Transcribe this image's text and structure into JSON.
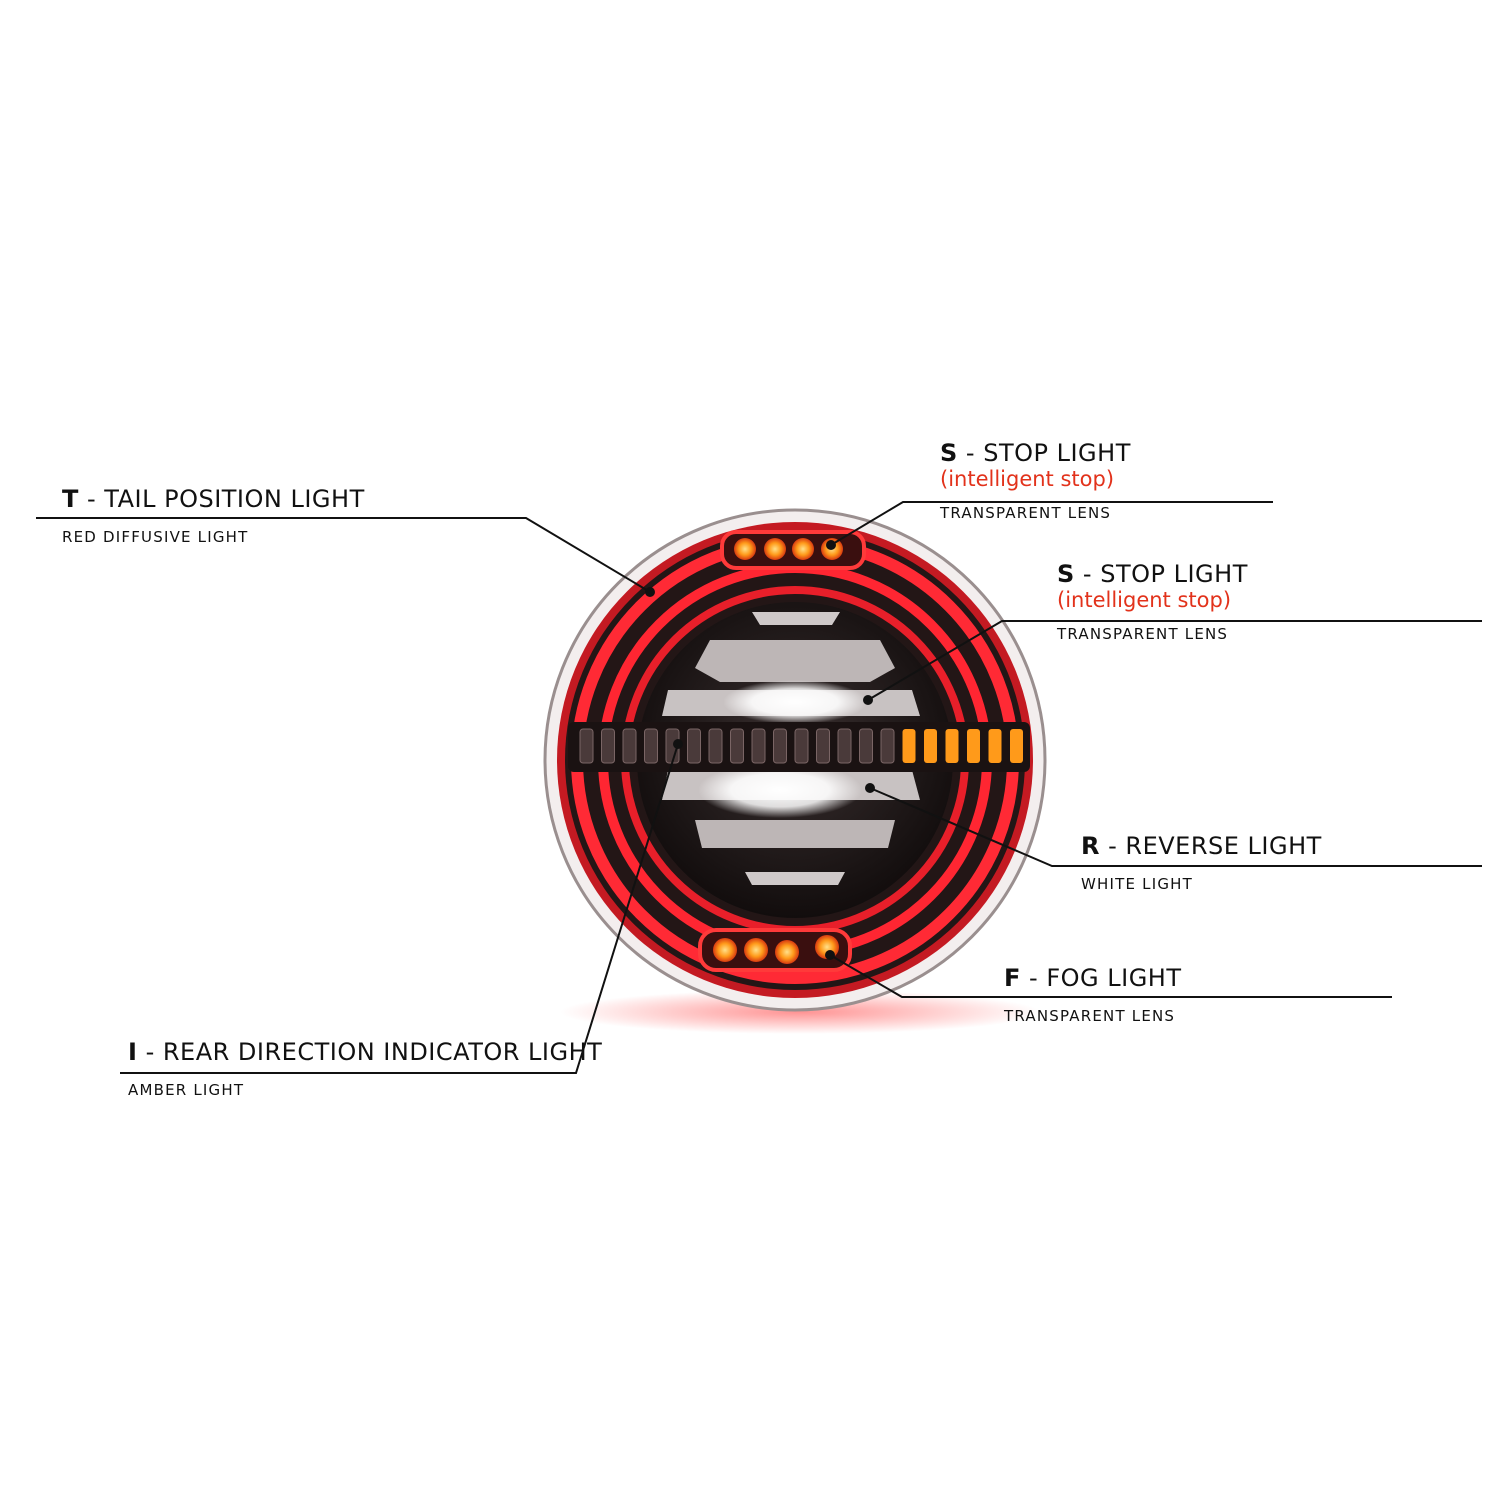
{
  "callouts": [
    {
      "code": "T",
      "separator": " - ",
      "title": "TAIL POSITION LIGHT",
      "subtitle": "RED DIFFUSIVE LIGHT"
    },
    {
      "code": "S",
      "separator": " - ",
      "title": "STOP LIGHT",
      "note": "(intelligent stop)",
      "subtitle": "TRANSPARENT LENS"
    },
    {
      "code": "S",
      "separator": " - ",
      "title": "STOP LIGHT",
      "note": "(intelligent stop)",
      "subtitle": "TRANSPARENT LENS"
    },
    {
      "code": "R",
      "separator": " - ",
      "title": "REVERSE LIGHT",
      "subtitle": "WHITE LIGHT"
    },
    {
      "code": "F",
      "separator": " - ",
      "title": "FOG LIGHT",
      "subtitle": "TRANSPARENT LENS"
    },
    {
      "code": "I",
      "separator": " - ",
      "title": "REAR DIRECTION INDICATOR LIGHT",
      "subtitle": "AMBER LIGHT"
    }
  ],
  "colors": {
    "note": "#e2321b",
    "tail_ring": "#e8202a",
    "amber": "#ff9a1a",
    "white_led": "#ffffff",
    "housing": "#1a1414",
    "leader": "#111111"
  }
}
